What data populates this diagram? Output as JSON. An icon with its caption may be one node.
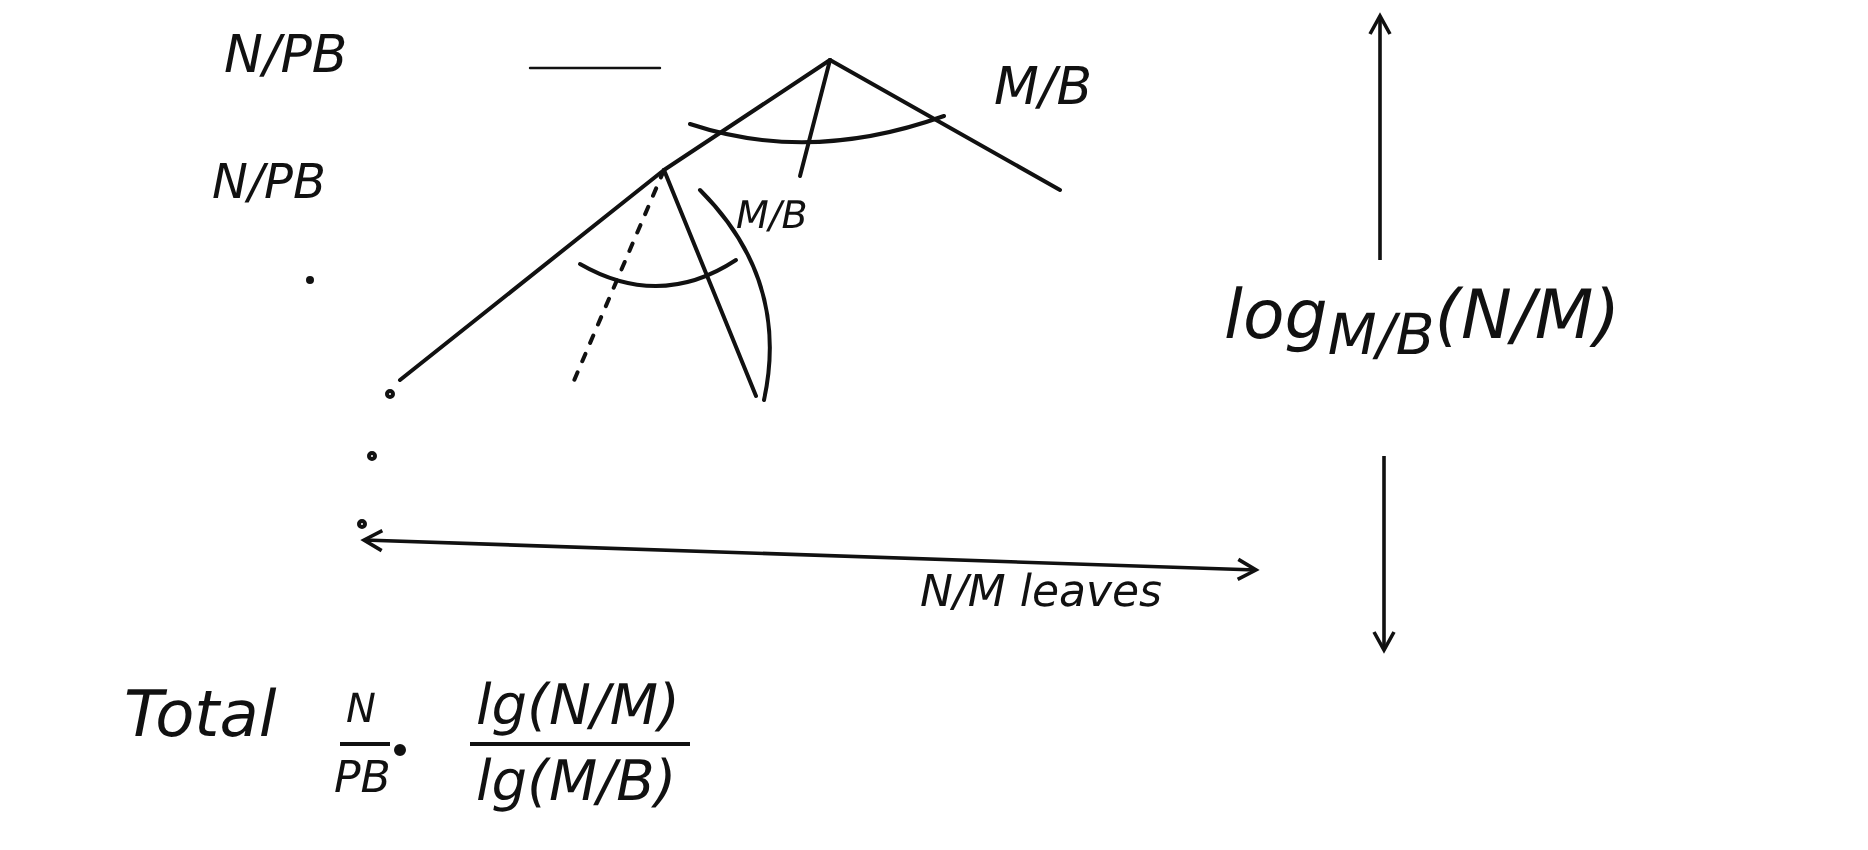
{
  "diagram": {
    "labels": [
      "N/PB",
      "M/B",
      "N/PB",
      "M/B",
      "log$_{M/B}$(N/M)",
      "N/M leaves",
      "Total",
      "N",
      "PB",
      "lg(N/M)",
      "lg(M/B)"
    ]
  }
}
